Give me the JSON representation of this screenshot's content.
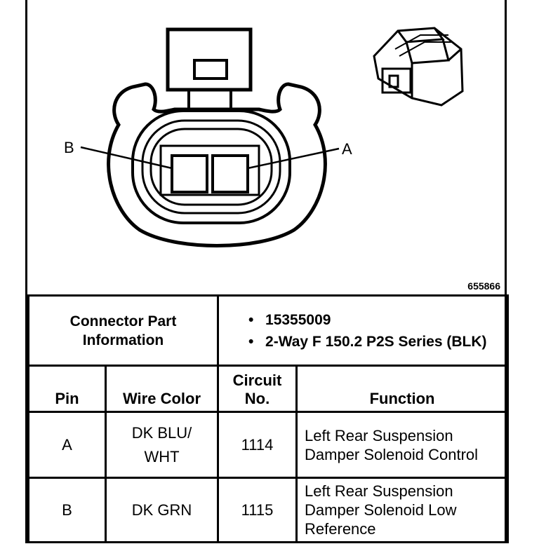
{
  "diagram": {
    "pin_label_b": "B",
    "pin_label_a": "A",
    "figure_number": "655866"
  },
  "connector": {
    "label": "Connector Part Information",
    "info": [
      "15355009",
      "2-Way F 150.2 P2S Series (BLK)"
    ]
  },
  "table": {
    "headers": {
      "pin": "Pin",
      "wire_color": "Wire Color",
      "circuit": "Circuit No.",
      "function": "Function"
    },
    "rows": [
      {
        "pin": "A",
        "wire_color": "DK BLU/ WHT",
        "circuit": "1114",
        "function": "Left Rear Suspension Damper Solenoid Control"
      },
      {
        "pin": "B",
        "wire_color": "DK GRN",
        "circuit": "1115",
        "function": "Left Rear Suspension Damper Solenoid Low Reference"
      }
    ]
  }
}
